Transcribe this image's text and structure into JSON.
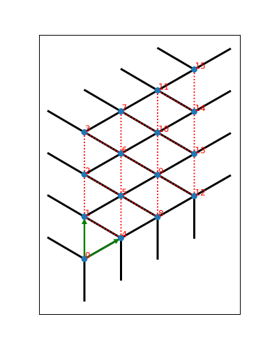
{
  "diagram": {
    "node_color": "#1f77b4",
    "label_color": "#ff0000",
    "edge_color": "#000000",
    "dotted_color": "#ff0000",
    "arrow_color": "#008000",
    "sites": [
      {
        "label": "0",
        "col": 0,
        "row": 0
      },
      {
        "label": "1",
        "col": 0,
        "row": 1
      },
      {
        "label": "2",
        "col": 0,
        "row": 2
      },
      {
        "label": "3",
        "col": 0,
        "row": 3
      },
      {
        "label": "4",
        "col": 1,
        "row": 0
      },
      {
        "label": "5",
        "col": 1,
        "row": 1
      },
      {
        "label": "6",
        "col": 1,
        "row": 2
      },
      {
        "label": "7",
        "col": 1,
        "row": 3
      },
      {
        "label": "8",
        "col": 2,
        "row": 0
      },
      {
        "label": "9",
        "col": 2,
        "row": 1
      },
      {
        "label": "10",
        "col": 2,
        "row": 2
      },
      {
        "label": "11",
        "col": 2,
        "row": 3
      },
      {
        "label": "12",
        "col": 3,
        "row": 0
      },
      {
        "label": "13",
        "col": 3,
        "row": 1
      },
      {
        "label": "14",
        "col": 3,
        "row": 2
      },
      {
        "label": "15",
        "col": 3,
        "row": 3
      }
    ],
    "vectors": [
      {
        "from": "0",
        "to": "1"
      },
      {
        "from": "0",
        "to": "4"
      }
    ]
  }
}
